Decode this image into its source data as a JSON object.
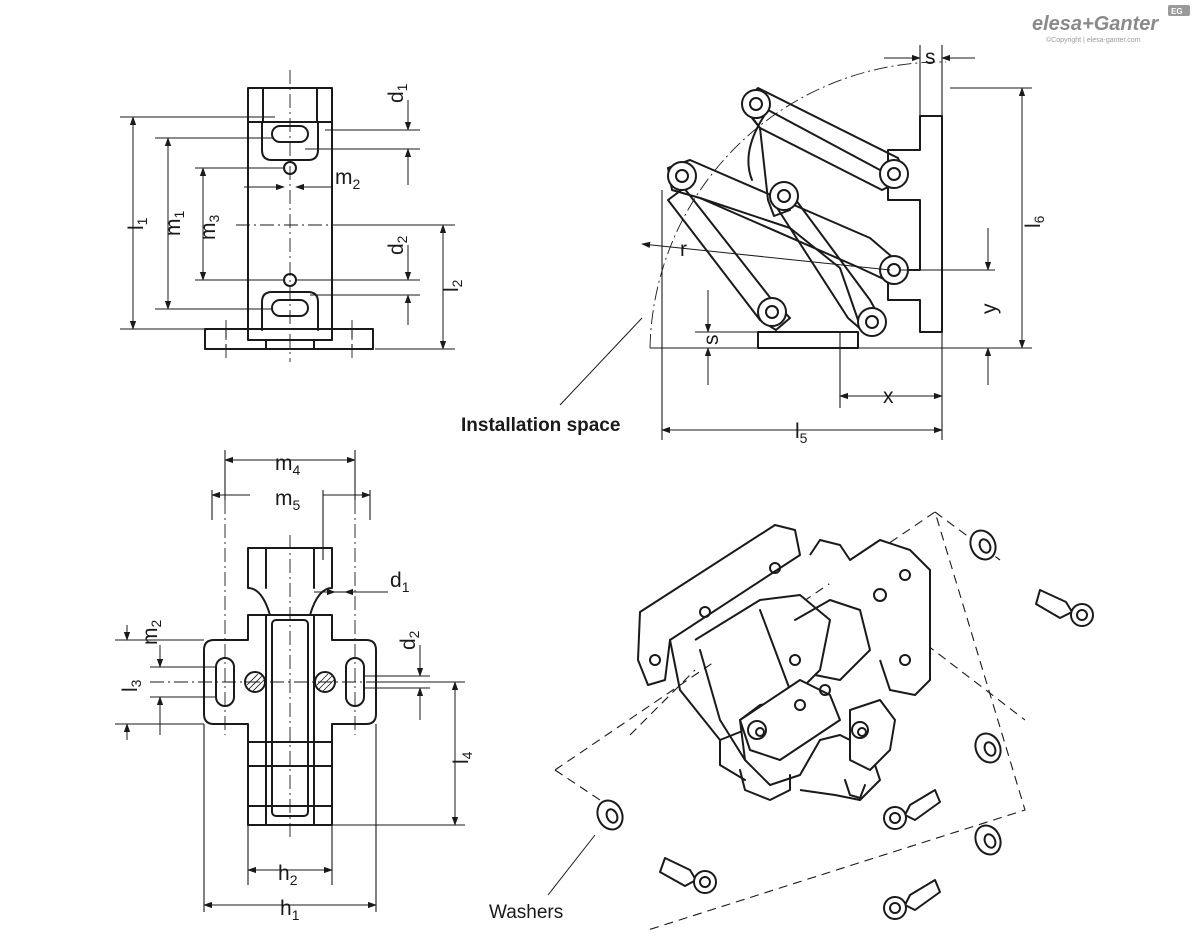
{
  "brand": {
    "name": "elesa+Ganter",
    "badge": "EG",
    "copyright": "©Copyright | elesa-ganter.com"
  },
  "front_view": {
    "d1": "d",
    "d1_sub": "1",
    "d2": "d",
    "d2_sub": "2",
    "m2": "m",
    "m2_sub": "2",
    "l1": "l",
    "l1_sub": "1",
    "m1": "m",
    "m1_sub": "1",
    "m3": "m",
    "m3_sub": "3",
    "l2": "l",
    "l2_sub": "2"
  },
  "side_view": {
    "s_top": "s",
    "l6": "l",
    "l6_sub": "6",
    "r": "r",
    "s_left": "s",
    "y": "y",
    "x": "x",
    "l5": "l",
    "l5_sub": "5",
    "installation_space": "Installation space"
  },
  "top_view": {
    "m4": "m",
    "m4_sub": "4",
    "m5": "m",
    "m5_sub": "5",
    "d1": "d",
    "d1_sub": "1",
    "d2": "d",
    "d2_sub": "2",
    "m2": "m",
    "m2_sub": "2",
    "l3": "l",
    "l3_sub": "3",
    "l4": "l",
    "l4_sub": "4",
    "h2": "h",
    "h2_sub": "2",
    "h1": "h",
    "h1_sub": "1"
  },
  "iso_view": {
    "washers": "Washers"
  }
}
